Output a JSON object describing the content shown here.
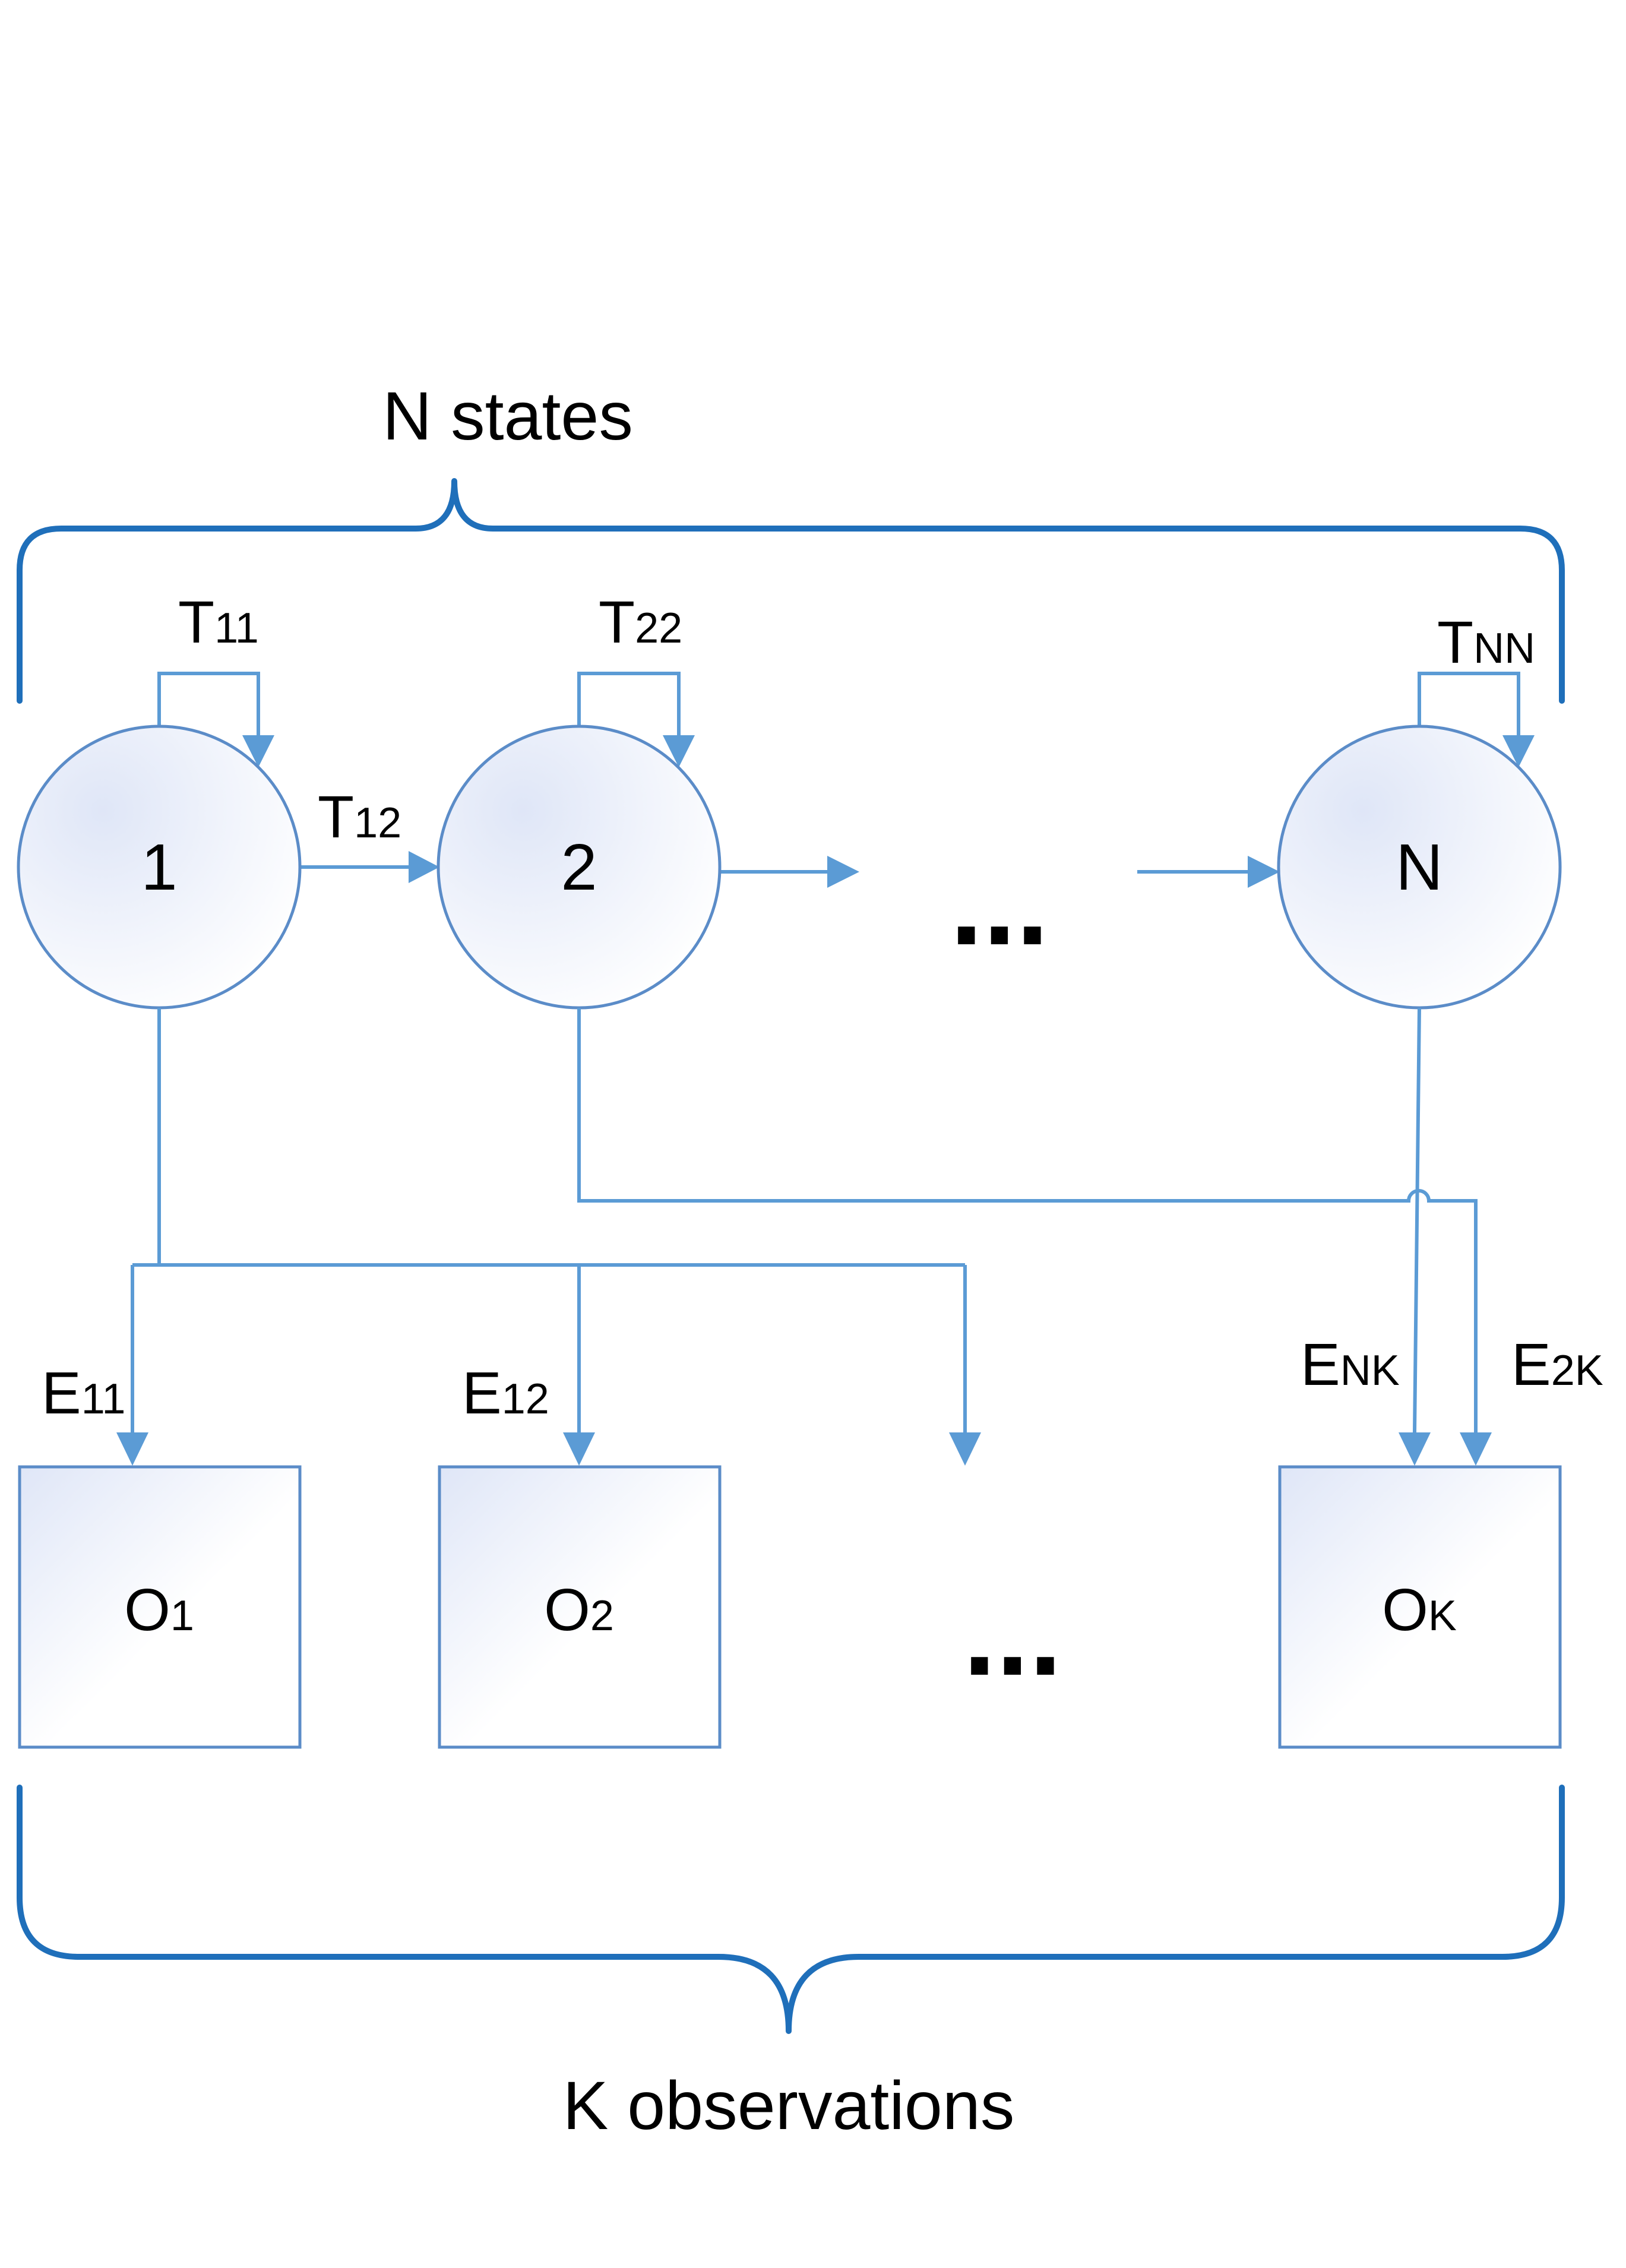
{
  "top_brace_label": "N states",
  "bottom_brace_label": "K observations",
  "states": [
    {
      "label": "1"
    },
    {
      "label": "2"
    },
    {
      "label": "N"
    }
  ],
  "observations": [
    {
      "main": "O",
      "sub": "1"
    },
    {
      "main": "O",
      "sub": "2"
    },
    {
      "main": "O",
      "sub": "K"
    }
  ],
  "transitions": {
    "t11": {
      "main": "T",
      "sub": "11"
    },
    "t22": {
      "main": "T",
      "sub": "22"
    },
    "tnn": {
      "main": "T",
      "sub": "NN"
    },
    "t12": {
      "main": "T",
      "sub": "12"
    }
  },
  "emissions": {
    "e11": {
      "main": "E",
      "sub": "11"
    },
    "e12": {
      "main": "E",
      "sub": "12"
    },
    "enk": {
      "main": "E",
      "sub": "NK"
    },
    "e2k": {
      "main": "E",
      "sub": "2K"
    }
  },
  "ellipsis_states": "...",
  "ellipsis_observations": "...",
  "colors": {
    "wire": "#5b9bd5",
    "brace": "#1f6fba",
    "node_border": "#5b8cc8",
    "node_fill_start": "#dfe6f7",
    "node_fill_end": "#ffffff"
  }
}
